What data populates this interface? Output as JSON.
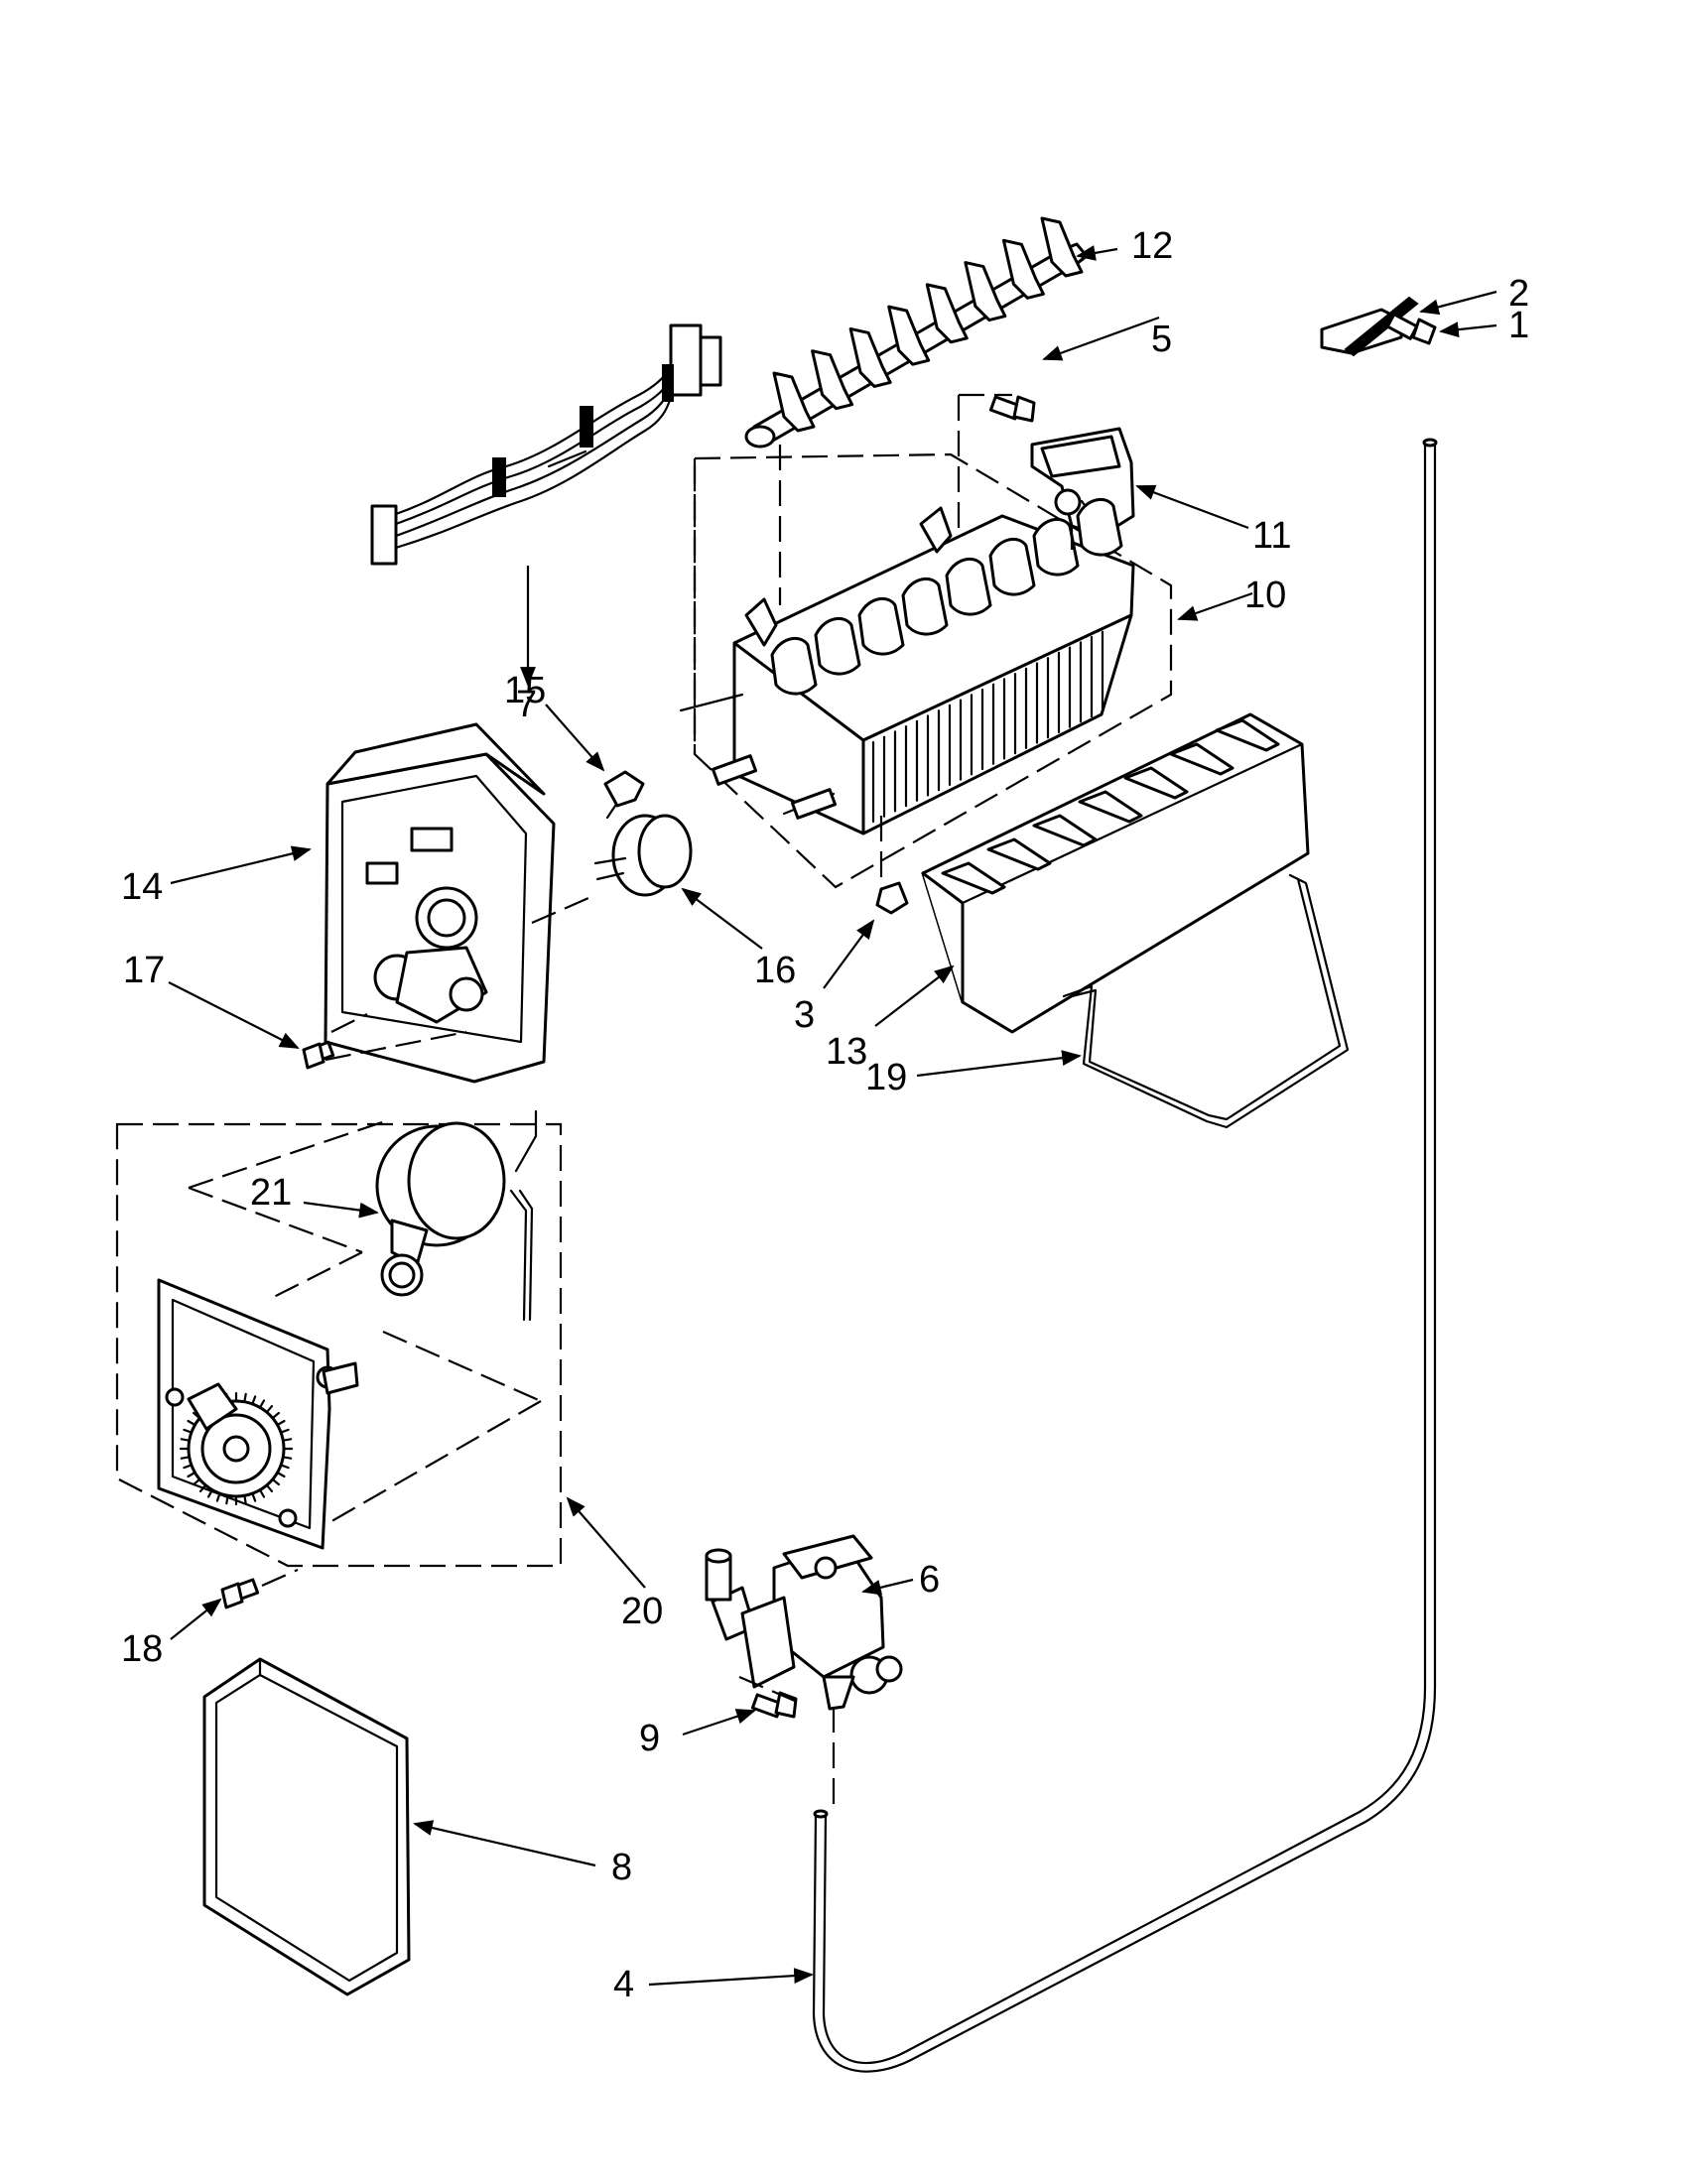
{
  "diagram": {
    "type": "exploded-parts-diagram",
    "callouts": [
      "1",
      "2",
      "3",
      "4",
      "5",
      "6",
      "7",
      "8",
      "9",
      "10",
      "11",
      "12",
      "13",
      "14",
      "15",
      "16",
      "17",
      "18",
      "19",
      "20",
      "21"
    ]
  }
}
